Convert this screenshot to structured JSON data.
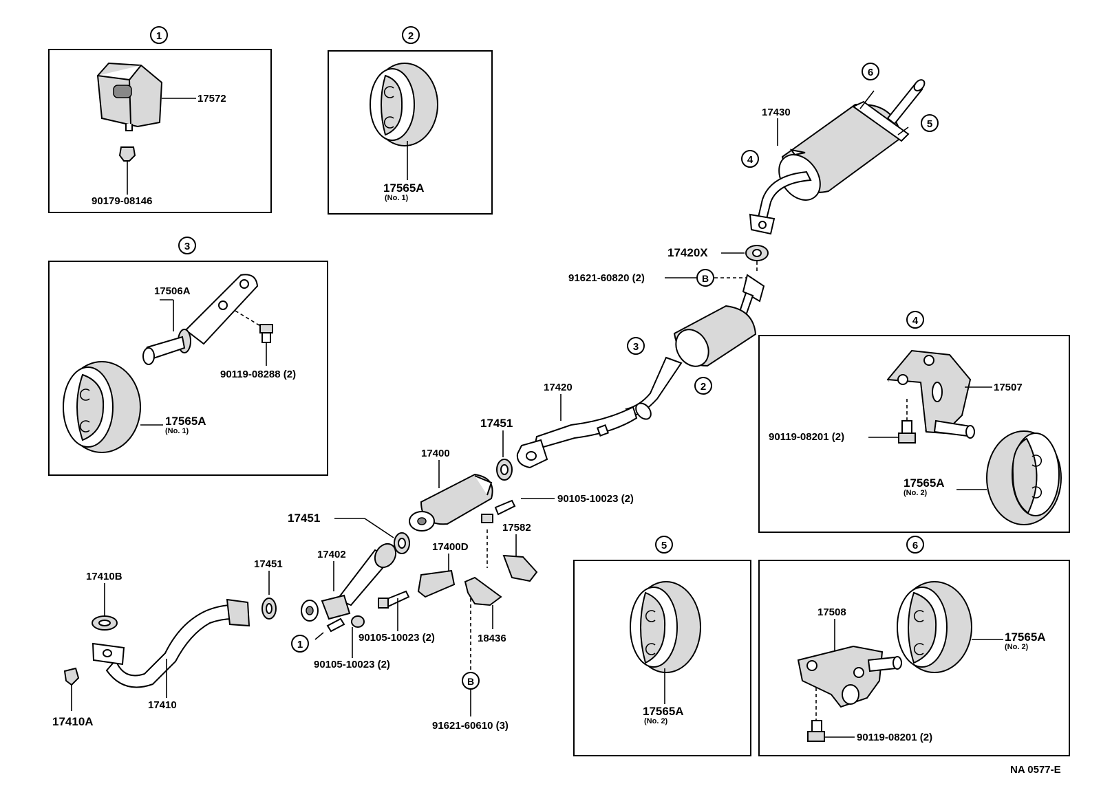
{
  "callouts": {
    "c1": "1",
    "c2": "2",
    "c3": "3",
    "c4": "4",
    "c5": "5",
    "c6": "6",
    "b": "B"
  },
  "box1": {
    "label_17572": "17572",
    "label_90179": "90179-08146"
  },
  "box2": {
    "label_17565A": "17565A",
    "note": "(No. 1)"
  },
  "box3": {
    "label_17506A": "17506A",
    "label_90119": "90119-08288 (2)",
    "label_17565A": "17565A",
    "note": "(No. 1)"
  },
  "box4": {
    "label_17507": "17507",
    "label_90119": "90119-08201 (2)",
    "label_17565A": "17565A",
    "note": "(No. 2)"
  },
  "box5": {
    "label_17565A": "17565A",
    "note": "(No. 2)"
  },
  "box6": {
    "label_17508": "17508",
    "label_17565A": "17565A",
    "note": "(No. 2)",
    "label_90119": "90119-08201 (2)"
  },
  "main": {
    "p17430": "17430",
    "p17420X": "17420X",
    "p91621_820": "91621-60820 (2)",
    "p17420": "17420",
    "p17451_a": "17451",
    "p17400": "17400",
    "p90105_a": "90105-10023 (2)",
    "p17451_b": "17451",
    "p17582": "17582",
    "p17402": "17402",
    "p17400D": "17400D",
    "p17451_c": "17451",
    "p17410B": "17410B",
    "p90105_b": "90105-10023 (2)",
    "p18436": "18436",
    "p90105_c": "90105-10023 (2)",
    "p17410": "17410",
    "p17410A": "17410A",
    "p91621_610": "91621-60610 (3)"
  },
  "footer": {
    "code": "NA 0577-E"
  }
}
